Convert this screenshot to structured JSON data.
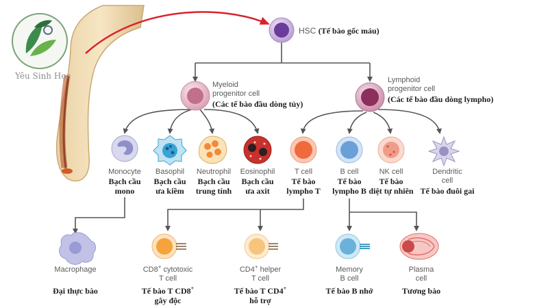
{
  "logo": {
    "text": "Yêu Sinh Học"
  },
  "colors": {
    "arrow_red": "#d9222a",
    "arrow_gray": "#555555",
    "hsc": "#6a3d9a",
    "myeloid": "#c0708a",
    "lymphoid": "#8c2f5d",
    "monocyte": "#8f8fc9",
    "basophil": "#3aa3d6",
    "neutrophil": "#f4c36a",
    "eosinophil": "#c8312c",
    "tcell": "#f06a3c",
    "bcell": "#6a9fd8",
    "nkcell": "#f09c8a",
    "dendritic": "#9a92c2",
    "macrophage": "#9a9ad6",
    "cd8": "#f5a33a",
    "cd4": "#f6c47a",
    "memory_b": "#6ab2dc",
    "plasma": "#e2706e"
  },
  "hsc": {
    "name": "HSC",
    "vn": "(Tế bào gốc máu)"
  },
  "myeloid": {
    "name_line1": "Myeloid",
    "name_line2": "progenitor cell",
    "vn": "(Các tế bào đầu dòng tủy)"
  },
  "lymphoid": {
    "name_line1": "Lymphoid",
    "name_line2": "progenitor cell",
    "vn": "(Các tế bào đầu dòng lympho)"
  },
  "cells": {
    "monocyte": {
      "en": "Monocyte",
      "vn1": "Bạch cầu",
      "vn2": "mono"
    },
    "basophil": {
      "en": "Basophil",
      "vn1": "Bạch cầu",
      "vn2": "ưa kiềm"
    },
    "neutrophil": {
      "en": "Neutrophil",
      "vn1": "Bạch cầu",
      "vn2": "trung tính"
    },
    "eosinophil": {
      "en": "Eosinophil",
      "vn1": "Bạch cầu",
      "vn2": "ưa axit"
    },
    "tcell": {
      "en": "T cell",
      "vn1": "Tế bào",
      "vn2": "lympho T"
    },
    "bcell": {
      "en": "B cell",
      "vn1": "Tế bào",
      "vn2": "lympho B"
    },
    "nkcell": {
      "en": "NK cell",
      "vn1": "Tế bào",
      "vn2": "diệt tự nhiên"
    },
    "dendritic": {
      "en1": "Dendritic",
      "en2": "cell",
      "vn": "Tế bào đuôi gai"
    }
  },
  "derived": {
    "macrophage": {
      "en": "Macrophage",
      "vn": "Đại thực bào"
    },
    "cd8": {
      "en_pre": "CD8",
      "en_sup": "+",
      "en_post": " cytotoxic",
      "en2": "T cell",
      "vn_pre": "Tế bào T CD8",
      "vn_sup": "+",
      "vn2": "gây độc"
    },
    "cd4": {
      "en_pre": "CD4",
      "en_sup": "+",
      "en_post": " helper",
      "en2": "T cell",
      "vn_pre": "Tế bào T CD4",
      "vn_sup": "+",
      "vn2": "hỗ trợ"
    },
    "memory_b": {
      "en1": "Memory",
      "en2": "B cell",
      "vn": "Tế bào B nhớ"
    },
    "plasma": {
      "en1": "Plasma",
      "en2": "cell",
      "vn": "Tương bào"
    }
  }
}
